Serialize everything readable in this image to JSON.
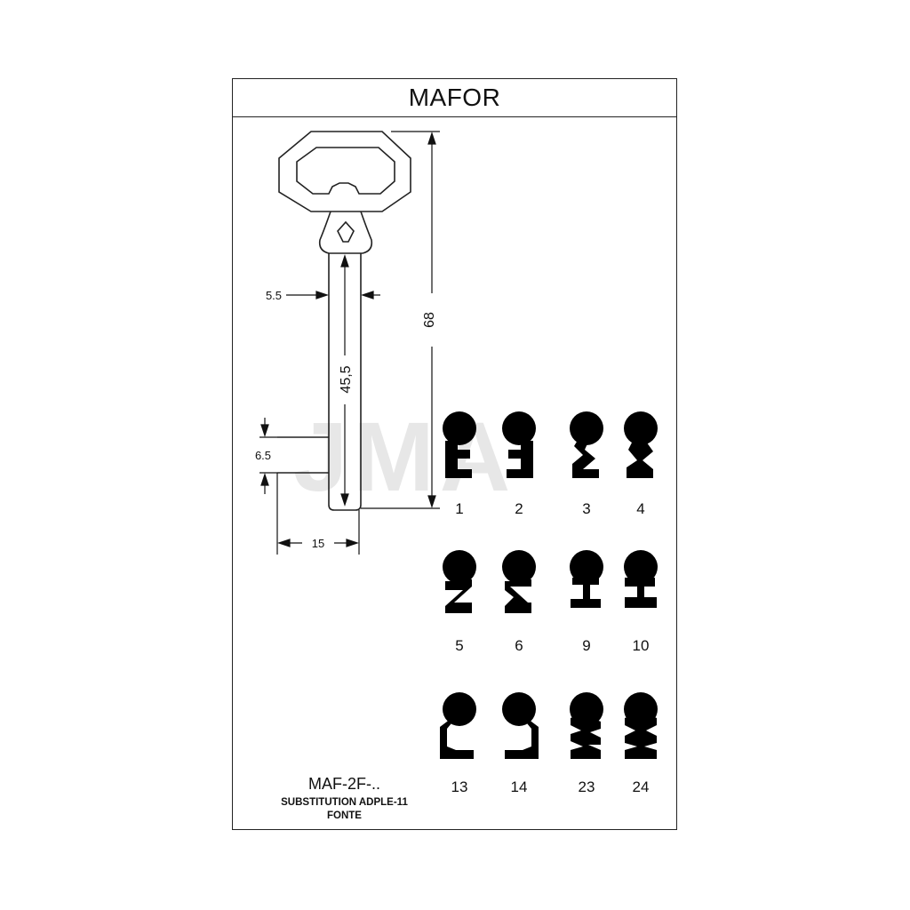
{
  "brand": "MAFOR",
  "reference": {
    "code": "MAF-2F-..",
    "substitution": "SUBSTITUTION ADPLE-11",
    "material": "FONTE"
  },
  "dimensions": {
    "total_length": "68",
    "blade_length": "45,5",
    "shank_width": "5.5",
    "bit_height": "6.5",
    "bit_width": "15"
  },
  "watermark": "JMA",
  "colors": {
    "ink": "#000000",
    "line": "#222222",
    "watermark": "#c8c8c8"
  },
  "profiles": [
    {
      "label": "1",
      "shape": "hook-right"
    },
    {
      "label": "2",
      "shape": "hook-left"
    },
    {
      "label": "3",
      "shape": "zigzag"
    },
    {
      "label": "4",
      "shape": "zigzag-alt"
    },
    {
      "label": "5",
      "shape": "z"
    },
    {
      "label": "6",
      "shape": "s"
    },
    {
      "label": "9",
      "shape": "cross"
    },
    {
      "label": "10",
      "shape": "cross-wide"
    },
    {
      "label": "13",
      "shape": "c"
    },
    {
      "label": "14",
      "shape": "c-reverse"
    },
    {
      "label": "23",
      "shape": "zz"
    },
    {
      "label": "24",
      "shape": "zz-alt"
    }
  ]
}
